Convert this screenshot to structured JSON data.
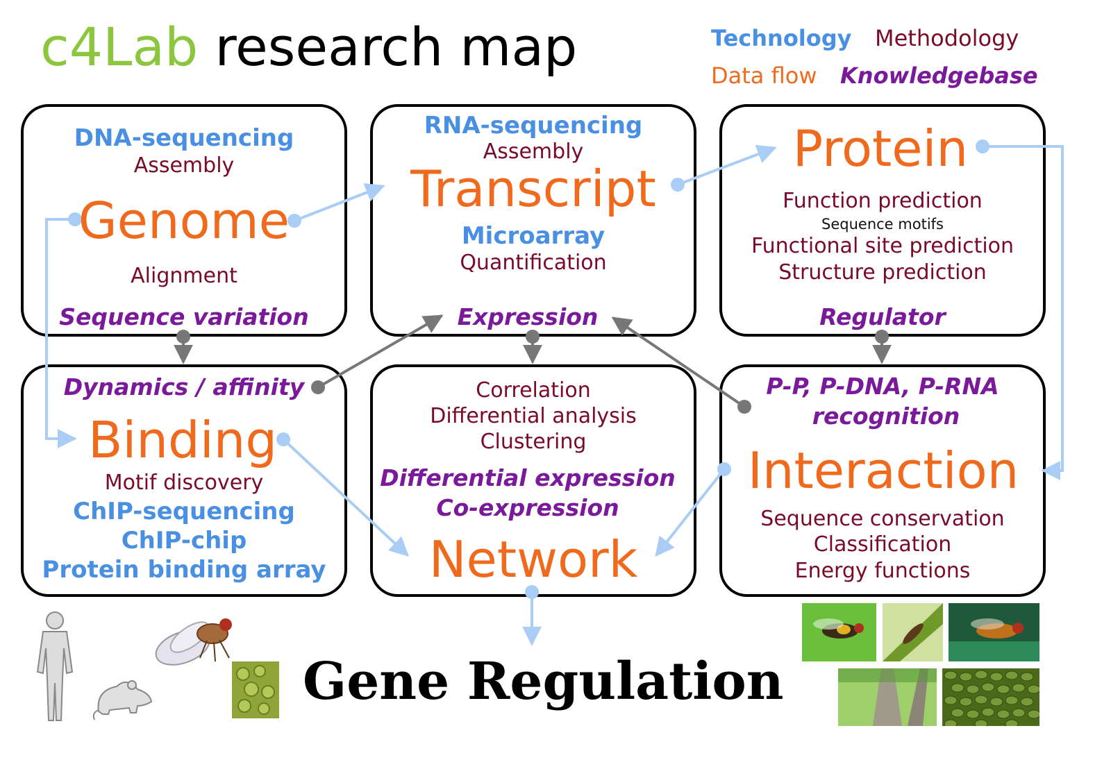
{
  "title": {
    "brand": "c4Lab",
    "rest": "research map"
  },
  "legend": {
    "technology": "Technology",
    "methodology": "Methodology",
    "data_flow": "Data flow",
    "knowledgebase": "Knowledgebase"
  },
  "colors": {
    "technology": "#4a90e2",
    "methodology": "#7a0a2a",
    "data_flow": "#f06a1e",
    "knowledgebase": "#7a1a9a",
    "brand": "#8cc63f",
    "blue_arrow": "#a9cdf5",
    "gray_arrow": "#777777"
  },
  "boxes": {
    "genome": {
      "tech": "DNA-sequencing",
      "method": "Assembly",
      "main": "Genome",
      "method2": "Alignment",
      "know": "Sequence variation"
    },
    "transcript": {
      "tech": "RNA-sequencing",
      "method": "Assembly",
      "main": "Transcript",
      "tech2": "Microarray",
      "method2": "Quantification",
      "know": "Expression"
    },
    "protein": {
      "main": "Protein",
      "m1": "Function prediction",
      "small": "Sequence motifs",
      "m2": "Functional site prediction",
      "m3": "Structure prediction",
      "know": "Regulator"
    },
    "binding": {
      "know": "Dynamics / affinity",
      "main": "Binding",
      "method": "Motif discovery",
      "t1": "ChIP-sequencing",
      "t2": "ChIP-chip",
      "t3": "Protein binding array"
    },
    "network": {
      "m1": "Correlation",
      "m2": "Differential analysis",
      "m3": "Clustering",
      "k1": "Differential expression",
      "k2": "Co-expression",
      "main": "Network"
    },
    "interaction": {
      "k1": "P-P, P-DNA, P-RNA",
      "k2": "recognition",
      "main": "Interaction",
      "m1": "Sequence conservation",
      "m2": "Classification",
      "m3": "Energy functions"
    }
  },
  "footer": {
    "gene_regulation": "Gene Regulation"
  },
  "icons": [
    "human-silhouette-icon",
    "mouse-icon",
    "fruit-fly-icon",
    "yeast-cells-photo",
    "fly-photo-1",
    "insect-on-leaf-photo",
    "fly-photo-2",
    "tree-trunk-photo",
    "mung-beans-photo"
  ]
}
